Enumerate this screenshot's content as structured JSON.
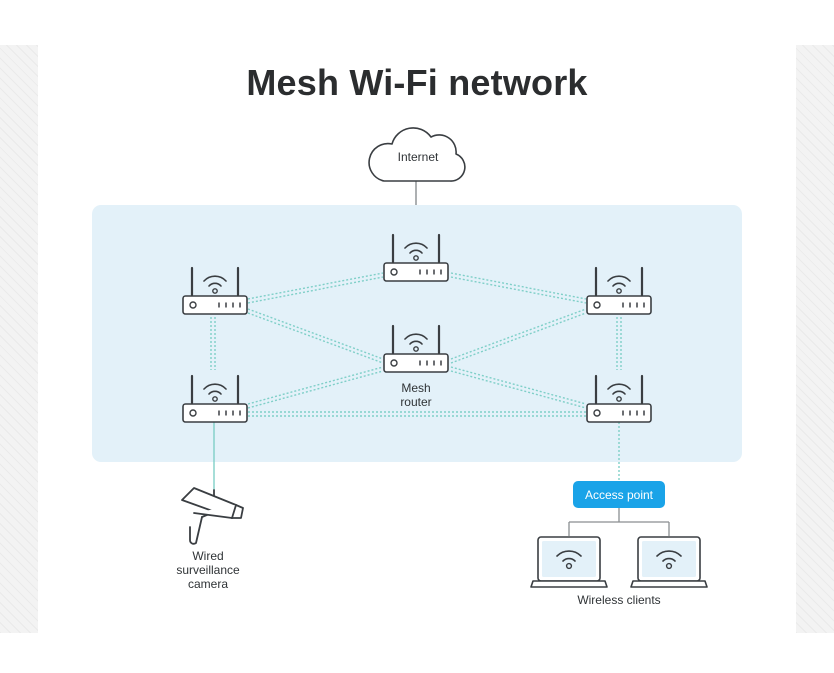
{
  "title": "Mesh Wi-Fi network",
  "labels": {
    "internet": "Internet",
    "mesh_router_line1": "Mesh",
    "mesh_router_line2": "router",
    "access_point": "Access point",
    "camera_line1": "Wired",
    "camera_line2": "surveillance",
    "camera_line3": "camera",
    "wireless_clients": "Wireless clients"
  },
  "colors": {
    "mesh_area": "#e3f1f9",
    "mesh_link": "#7fcfc8",
    "wire": "#8a8e91",
    "access_point": "#1aa3e8",
    "device_stroke": "#3a3e42",
    "title": "#2b2d2f"
  },
  "icons": {
    "cloud": "cloud-icon",
    "router": "router-icon",
    "camera": "security-camera-icon",
    "laptop": "laptop-icon",
    "wifi": "wifi-icon"
  }
}
